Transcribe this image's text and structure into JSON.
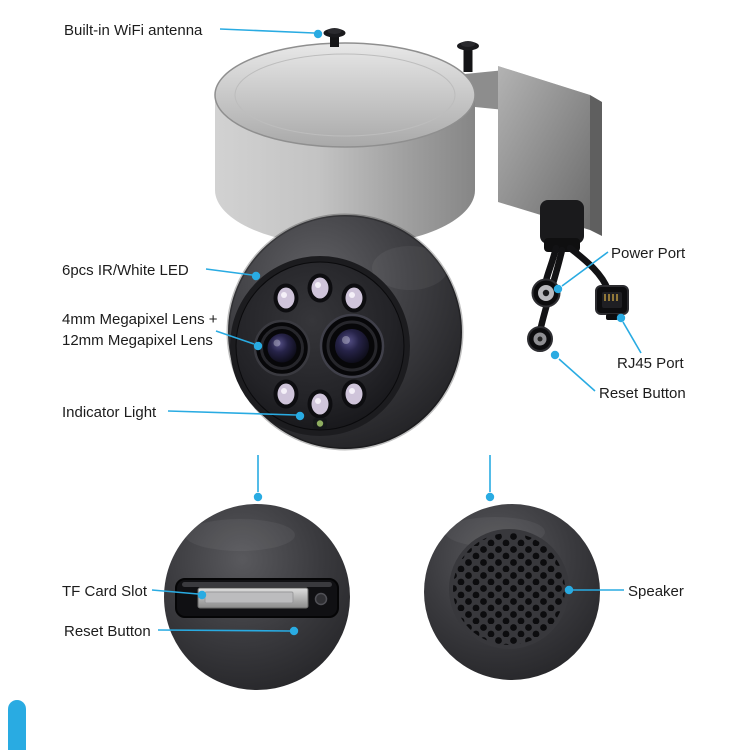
{
  "colors": {
    "accent": "#29abe2",
    "text": "#1c1c1c",
    "camera_metal": "#b5b5b5",
    "camera_dark": "#2b2b2e"
  },
  "labels": {
    "wifi_antenna": "Built-in WiFi antenna",
    "ir_led": "6pcs IR/White LED",
    "lens": "4mm Megapixel Lens +\n12mm Megapixel Lens",
    "indicator_light": "Indicator Light",
    "power_port": "Power Port",
    "rj45_port": "RJ45 Port",
    "reset_button_side": "Reset Button",
    "tf_card_slot": "TF Card Slot",
    "reset_button_bottom": "Reset Button",
    "speaker": "Speaker"
  }
}
